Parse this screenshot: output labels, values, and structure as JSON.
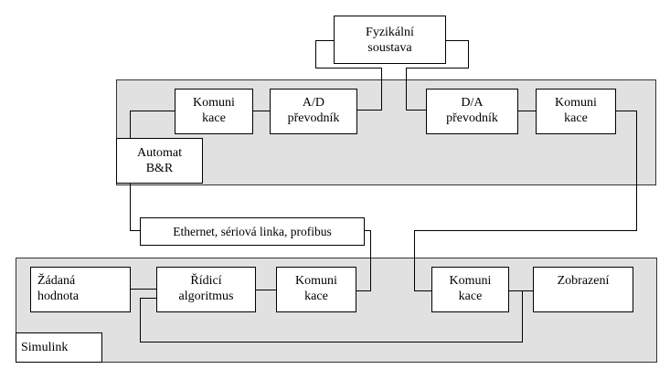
{
  "diagram": {
    "physical_system": "Fyzikální\nsoustava",
    "plc_panel": {
      "automat": "Automat\nB&R",
      "comm_left": "Komuni\nkace",
      "ad_converter": "A/D\npřevodník",
      "da_converter": "D/A\npřevodník",
      "comm_right": "Komuni\nkace"
    },
    "network_label": "Ethernet, sériová linka, profibus",
    "simulink_panel": {
      "label": "Simulink",
      "setpoint": "Žádaná\nhodnota",
      "control_algorithm": "Řídicí\nalgoritmus",
      "comm_left": "Komuni\nkace",
      "comm_right": "Komuni\nkace",
      "display": "Zobrazení"
    }
  }
}
